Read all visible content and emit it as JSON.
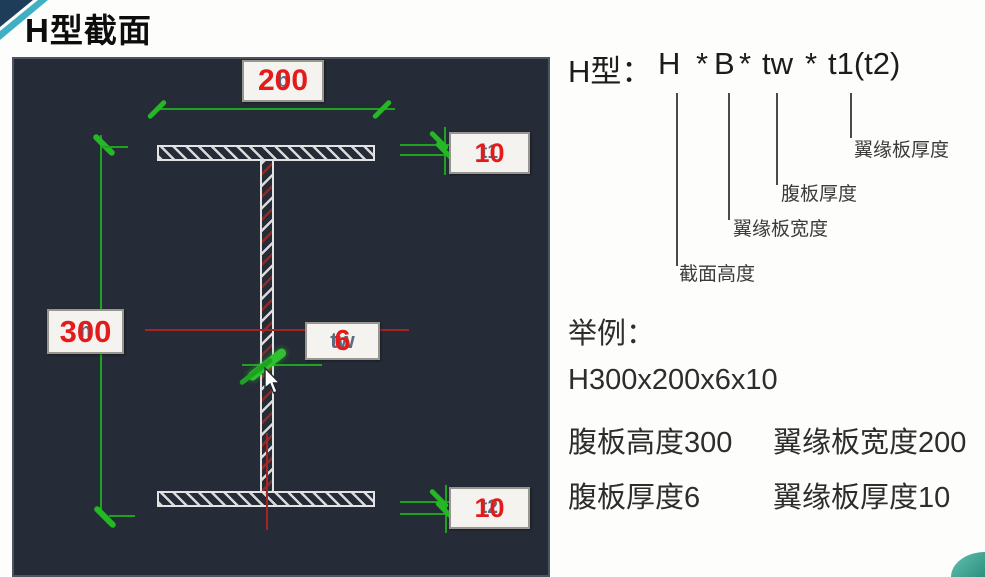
{
  "title": "H型截面",
  "drawing": {
    "dims": {
      "b": {
        "key": "b",
        "value": "200"
      },
      "h": {
        "key": "h",
        "value": "300"
      },
      "tw": {
        "key": "tw",
        "value": "6"
      },
      "t1": {
        "key": "t1",
        "value": "10"
      },
      "t2": {
        "key": "t2",
        "value": "10"
      }
    },
    "colors": {
      "canvas_background": "#262c37",
      "dimension_green": "#1da31d",
      "highlight_green": "#2fc12f",
      "centerline_red": "#a62421",
      "dim_key_gray": "#5a6b80",
      "dim_value_red": "#e51a1a"
    }
  },
  "formula": {
    "prefix": "H型：",
    "h": "H",
    "star1": "*",
    "b": "B",
    "star2": "*",
    "tw": "tw",
    "star3": "*",
    "t1t2": "t1(t2)",
    "callouts": {
      "section_height": "截面高度",
      "flange_width": "翼缘板宽度",
      "web_thickness": "腹板厚度",
      "flange_thickness": "翼缘板厚度"
    }
  },
  "example": {
    "heading": "举例：",
    "designation": "H300x200x6x10",
    "web_height": "腹板高度300",
    "flange_width": "翼缘板宽度200",
    "web_thickness": "腹板厚度6",
    "flange_thickness": "翼缘板厚度10"
  }
}
